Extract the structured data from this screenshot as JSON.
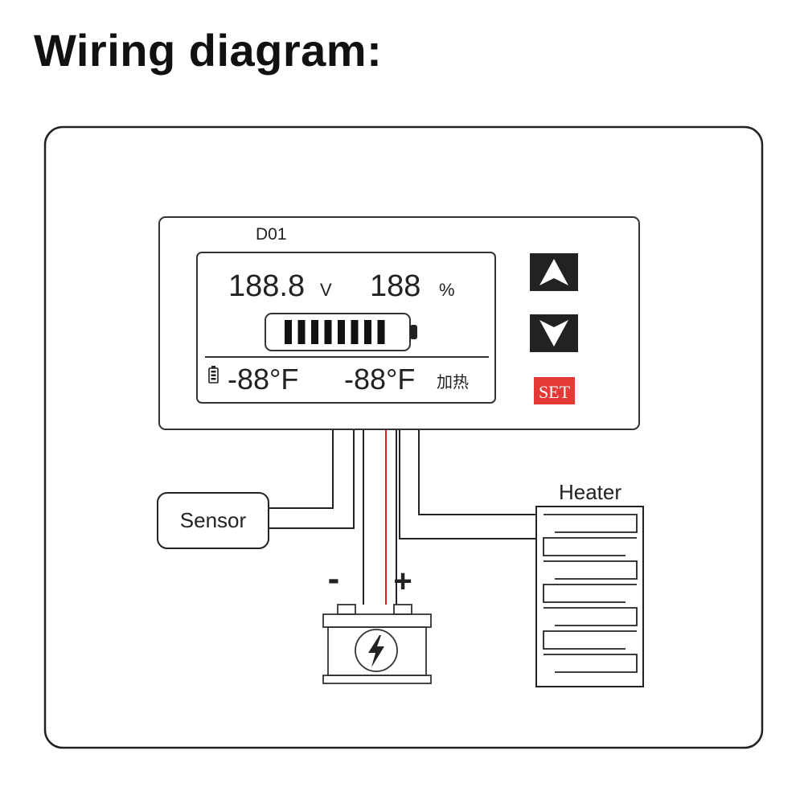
{
  "title": "Wiring diagram:",
  "device": {
    "model_label": "D01",
    "display": {
      "voltage_value": "188.8",
      "voltage_unit": "V",
      "percent_value": "188",
      "percent_unit": "%",
      "battery_bar_segments": 8,
      "temp1": "-88°F",
      "temp2": "-88°F",
      "heating_label": "加热"
    },
    "buttons": {
      "up_icon": "arrow-up-icon",
      "down_icon": "arrow-down-icon",
      "set_label": "SET"
    }
  },
  "sensor_label": "Sensor",
  "heater_label": "Heater",
  "battery": {
    "negative_label": "-",
    "positive_label": "+"
  },
  "colors": {
    "positive_wire": "#e02020",
    "set_button": "#e53935",
    "arrow_button": "#222222"
  }
}
